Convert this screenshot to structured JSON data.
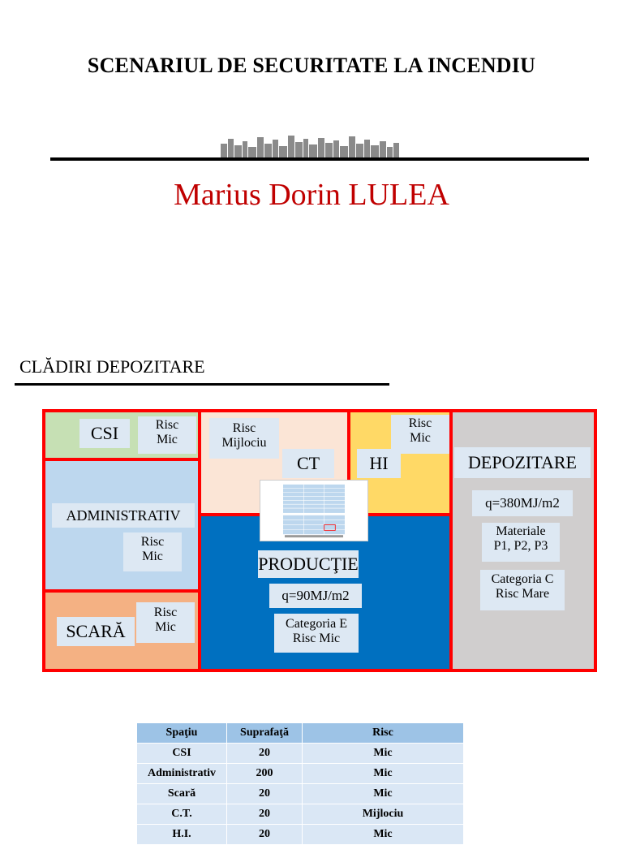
{
  "title": "SCENARIUL DE SECURITATE LA INCENDIU",
  "author": "Marius Dorin LULEA",
  "section_heading": "CLĂDIRI DEPOZITARE",
  "plan": {
    "csi": {
      "name": "CSI",
      "risk": "Risc\nMic"
    },
    "administrativ": {
      "name": "ADMINISTRATIV",
      "risk": "Risc\nMic"
    },
    "scara": {
      "name": "SCARĂ",
      "risk": "Risc\nMic"
    },
    "ct": {
      "name": "CT",
      "risk": "Risc\nMijlociu"
    },
    "hi": {
      "name": "HI",
      "risk": "Risc\nMic"
    },
    "productie": {
      "name": "PRODUCŢIE",
      "load": "q=90MJ/m2",
      "category": "Categoria E\nRisc Mic"
    },
    "depozitare": {
      "name": "DEPOZITARE",
      "load": "q=380MJ/m2",
      "materials": "Materiale\nP1, P2, P3",
      "category": "Categoria C\nRisc Mare"
    }
  },
  "colors": {
    "border": "#ff0000",
    "csi": "#c6e0b4",
    "administrativ": "#bdd7ee",
    "scara": "#f4b183",
    "ct": "#fbe5d6",
    "hi": "#ffd966",
    "productie": "#0070c0",
    "depozitare": "#d0cece",
    "author": "#c00000"
  },
  "table": {
    "headers": [
      "Spaţiu",
      "Suprafaţă",
      "Risc"
    ],
    "rows": [
      [
        "CSI",
        "20",
        "Mic"
      ],
      [
        "Administrativ",
        "200",
        "Mic"
      ],
      [
        "Scară",
        "20",
        "Mic"
      ],
      [
        "C.T.",
        "20",
        "Mijlociu"
      ],
      [
        "H.I.",
        "20",
        "Mic"
      ]
    ]
  }
}
